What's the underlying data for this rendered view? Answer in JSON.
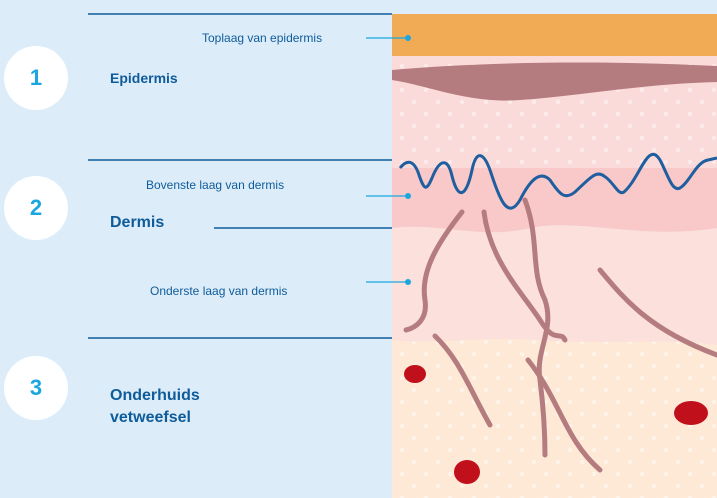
{
  "layers": [
    {
      "number": "1",
      "title": "Epidermis"
    },
    {
      "number": "2",
      "title": "Dermis"
    },
    {
      "number": "3",
      "title_line1": "Onderhuids",
      "title_line2": "vetweefsel"
    }
  ],
  "callouts": {
    "top_epidermis": "Toplaag van epidermis",
    "upper_dermis": "Bovenste laag van dermis",
    "lower_dermis": "Onderste laag van dermis"
  },
  "colors": {
    "background": "#dcecf9",
    "epidermis_top": "#f2ab55",
    "epidermis_band": "#b47c7e",
    "epidermis_body": "#fbdada",
    "upper_dermis": "#f9c8c8",
    "lower_dermis": "#fbe0dc",
    "subcutaneous": "#fde9d6",
    "wave_line": "#1f5f9f",
    "fibers": "#b47c7e",
    "blood_cells": "#c0101c",
    "number": "#1aa7e0",
    "title": "#0f5c9a"
  }
}
